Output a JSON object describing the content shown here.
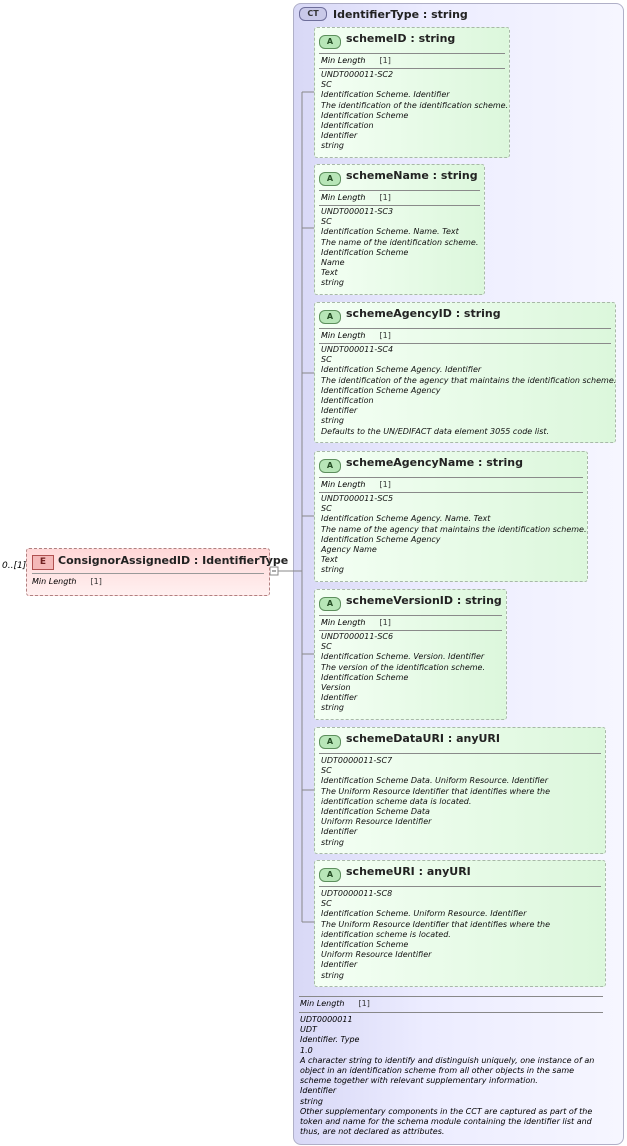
{
  "complex_type": {
    "badge": "CT",
    "title": "IdentifierType : string",
    "min_length_label": "Min Length",
    "min_length_value": "[1]",
    "description_lines": [
      "UDT0000011",
      "UDT",
      "Identifier. Type",
      "1.0",
      "A character string to identify and distinguish uniquely, one instance of an object in an identification scheme from all other objects in the same scheme together with relevant supplementary information.",
      "Identifier",
      "string",
      "Other supplementary components in the CCT are captured as part of the token and name for the schema module containing the identifier list and thus, are not declared as attributes."
    ]
  },
  "element": {
    "badge": "E",
    "title": "ConsignorAssignedID : IdentifierType",
    "occurs": "0..[1]",
    "min_length_label": "Min Length",
    "min_length_value": "[1]"
  },
  "attributes": [
    {
      "badge": "A",
      "title": "schemeID : string",
      "min_length_label": "Min Length",
      "min_length_value": "[1]",
      "lines": [
        "UNDT000011-SC2",
        "SC",
        "Identification Scheme. Identifier",
        "The identification of the identification scheme.",
        "Identification Scheme",
        "Identification",
        "Identifier",
        "string"
      ]
    },
    {
      "badge": "A",
      "title": "schemeName : string",
      "min_length_label": "Min Length",
      "min_length_value": "[1]",
      "lines": [
        "UNDT000011-SC3",
        "SC",
        "Identification Scheme. Name. Text",
        "The name of the identification scheme.",
        "Identification Scheme",
        "Name",
        "Text",
        "string"
      ]
    },
    {
      "badge": "A",
      "title": "schemeAgencyID : string",
      "min_length_label": "Min Length",
      "min_length_value": "[1]",
      "lines": [
        "UNDT000011-SC4",
        "SC",
        "Identification Scheme Agency. Identifier",
        "The identification of the agency that maintains the identification scheme.",
        "Identification Scheme Agency",
        "Identification",
        "Identifier",
        "string",
        "Defaults to the UN/EDIFACT data element 3055 code list."
      ]
    },
    {
      "badge": "A",
      "title": "schemeAgencyName : string",
      "min_length_label": "Min Length",
      "min_length_value": "[1]",
      "lines": [
        "UNDT000011-SC5",
        "SC",
        "Identification Scheme Agency. Name. Text",
        "The name of the agency that maintains the identification scheme.",
        "Identification Scheme Agency",
        "Agency Name",
        "Text",
        "string"
      ]
    },
    {
      "badge": "A",
      "title": "schemeVersionID : string",
      "min_length_label": "Min Length",
      "min_length_value": "[1]",
      "lines": [
        "UNDT000011-SC6",
        "SC",
        "Identification Scheme. Version. Identifier",
        "The version of the identification scheme.",
        "Identification Scheme",
        "Version",
        "Identifier",
        "string"
      ]
    },
    {
      "badge": "A",
      "title": "schemeDataURI : anyURI",
      "lines": [
        "UDT0000011-SC7",
        "SC",
        "Identification Scheme Data. Uniform Resource. Identifier",
        "The Uniform Resource Identifier that identifies where the identification scheme data is located.",
        "Identification Scheme Data",
        "Uniform Resource Identifier",
        "Identifier",
        "string"
      ]
    },
    {
      "badge": "A",
      "title": "schemeURI : anyURI",
      "lines": [
        "UDT0000011-SC8",
        "SC",
        "Identification Scheme. Uniform Resource. Identifier",
        "The Uniform Resource Identifier that identifies where the identification scheme is located.",
        "Identification Scheme",
        "Uniform Resource Identifier",
        "Identifier",
        "string"
      ]
    }
  ]
}
